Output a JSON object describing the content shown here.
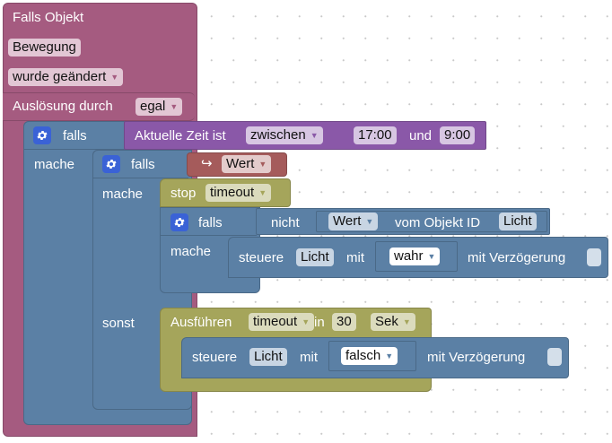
{
  "event_block": {
    "title": "Falls Objekt",
    "object": "Bewegung",
    "condition": "wurde geändert",
    "trigger_label": "Auslösung durch",
    "trigger_value": "egal"
  },
  "outer_if": {
    "keyword": "falls",
    "do_label": "mache",
    "condition": {
      "label": "Aktuelle Zeit ist",
      "operator": "zwischen",
      "start": "17:00",
      "and_label": "und",
      "end": "9:00"
    }
  },
  "inner_if": {
    "keyword": "falls",
    "do_label": "mache",
    "else_label": "sonst",
    "condition_var": "Wert"
  },
  "stop_block": {
    "label": "stop",
    "timer": "timeout"
  },
  "nested_if": {
    "keyword": "falls",
    "do_label": "mache",
    "not_label": "nicht",
    "var": "Wert",
    "from_label": "vom Objekt ID",
    "object": "Licht"
  },
  "control_true": {
    "label": "steuere",
    "object": "Licht",
    "with_label": "mit",
    "value": "wahr",
    "delay_label": "mit Verzögerung"
  },
  "run_block": {
    "label": "Ausführen",
    "timer": "timeout",
    "in_label": "in",
    "amount": "30",
    "unit": "Sek"
  },
  "control_false": {
    "label": "steuere",
    "object": "Licht",
    "with_label": "mit",
    "value": "falsch",
    "delay_label": "mit Verzögerung"
  },
  "icons": {
    "gear": "gear-icon",
    "dropdown": "dropdown-arrow-icon",
    "redirect": "arrow-redirect-icon"
  },
  "colors": {
    "event": "#a55b80",
    "control": "#5b80a5",
    "timer": "#a5a55b",
    "time": "#8a58a8",
    "variable": "#a55b5b",
    "gear": "#3a62d6"
  }
}
